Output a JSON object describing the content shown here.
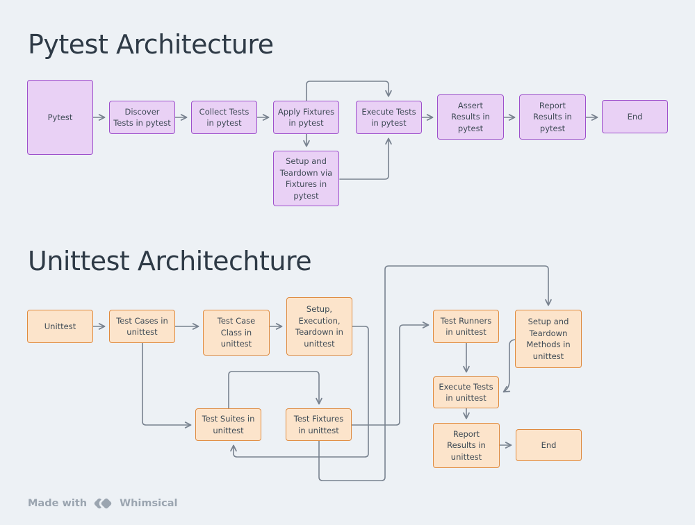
{
  "colors": {
    "bg": "#edf1f5",
    "title": "#2e3a46",
    "text": "#3e4a55",
    "connector": "#78828f",
    "purple_fill": "#e9d1f5",
    "purple_border": "#9d50cb",
    "orange_fill": "#fce4cb",
    "orange_border": "#df8a3e",
    "muted": "#9ba5b0"
  },
  "sections": {
    "pytest": {
      "title": "Pytest Architecture",
      "nodes": {
        "start": "Pytest",
        "discover": "Discover\nTests in pytest",
        "collect": "Collect Tests\nin pytest",
        "apply_fixtures": "Apply Fixtures\nin pytest",
        "execute": "Execute Tests\nin pytest",
        "assert_results": "Assert\nResults in\npytest",
        "report_results": "Report\nResults in\npytest",
        "end": "End",
        "setup_teardown_fixtures": "Setup and\nTeardown via\nFixtures in\npytest"
      }
    },
    "unittest": {
      "title": "Unittest Architechture",
      "nodes": {
        "start": "Unittest",
        "test_cases": "Test Cases in\nunittest",
        "test_case_class": "Test Case\nClass in\nunittest",
        "setup_execution_teardown": "Setup,\nExecution,\nTeardown in\nunittest",
        "test_runners": "Test Runners\nin unittest",
        "setup_teardown_methods": "Setup and\nTeardown\nMethods in\nunittest",
        "execute_tests": "Execute Tests\nin unittest",
        "report_results": "Report\nResults in\nunittest",
        "end": "End",
        "test_suites": "Test Suites in\nunittest",
        "test_fixtures": "Test Fixtures\nin unittest"
      }
    }
  },
  "footer": {
    "made_with": "Made with",
    "brand": "Whimsical",
    "logo_icon": "whimsical-diamonds-icon"
  }
}
